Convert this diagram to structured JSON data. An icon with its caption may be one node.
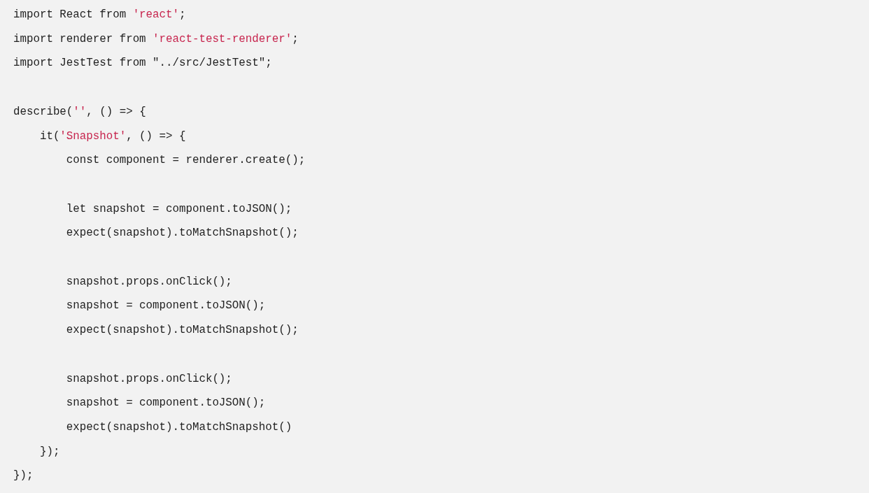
{
  "diagram": {
    "labels": [
      "import React from 'react';",
      "import renderer from 'react-test-renderer';",
      "import JestTest from \"../src/JestTest\";",
      "describe('', () => {",
      "    it('Snapshot', () => {",
      "        const component = renderer.create();",
      "        let snapshot = component.toJSON();",
      "        expect(snapshot).toMatchSnapshot();",
      "        snapshot.props.onClick();",
      "        snapshot = component.toJSON();",
      "        expect(snapshot).toMatchSnapshot();",
      "        snapshot.props.onClick();",
      "        snapshot = component.toJSON();",
      "        expect(snapshot).toMatchSnapshot()",
      "    });",
      "});"
    ]
  }
}
